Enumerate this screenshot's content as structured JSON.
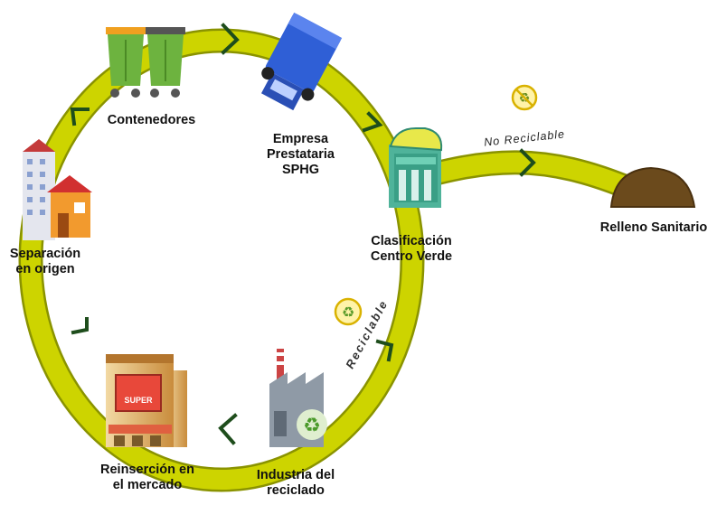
{
  "nodes": {
    "contenedores": {
      "label": "Contenedores"
    },
    "empresa": {
      "lines": [
        "Empresa",
        "Prestataria",
        "SPHG"
      ]
    },
    "clasificacion": {
      "lines": [
        "Clasificación",
        "Centro Verde"
      ]
    },
    "relleno": {
      "label": "Relleno Sanitario"
    },
    "industria": {
      "lines": [
        "Industria del",
        "reciclado"
      ]
    },
    "reinsercion": {
      "lines": [
        "Reinserción en",
        "el mercado"
      ]
    },
    "separacion": {
      "lines": [
        "Separación",
        "en origen"
      ]
    }
  },
  "paths": {
    "no_reciclable": {
      "label": "No Reciclable"
    },
    "reciclable": {
      "label": "Reciclable"
    }
  },
  "store_sign": {
    "text": "SUPER"
  },
  "icons": [
    "recycle-icon",
    "no-recycle-icon",
    "garbage-bins-icon",
    "garbage-truck-icon",
    "sorting-center-icon",
    "landfill-icon",
    "factory-icon",
    "supermarket-icon",
    "houses-icon"
  ],
  "colors": {
    "loop_fill": "#cdd400",
    "loop_edge": "#8a9300",
    "arrow": "#1e4d1c",
    "landfill": "#6b4a1c"
  }
}
